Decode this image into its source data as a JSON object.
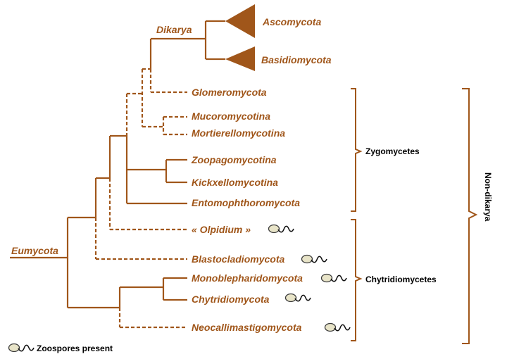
{
  "clades": {
    "dikarya": "Dikarya",
    "eumycota": "Eumycota"
  },
  "taxa": {
    "ascomycota": "Ascomycota",
    "basidiomycota": "Basidiomycota",
    "glomeromycota": "Glomeromycota",
    "mucoromycotina": "Mucoromycotina",
    "mortierellomycotina": "Mortierellomycotina",
    "zoopagomycotina": "Zoopagomycotina",
    "kickxellomycotina": "Kickxellomycotina",
    "entomophthoromycota": "Entomophthoromycota",
    "olpidium": "« Olpidium »",
    "blastocladiomycota": "Blastocladiomycota",
    "monoblepharidomycota": "Monoblepharidomycota",
    "chytridiomycota": "Chytridiomycota",
    "neocallimastigomycota": "Neocallimastigomycota"
  },
  "groups": {
    "zygomycetes": "Zygomycetes",
    "chytridiomycetes": "Chytridiomycetes",
    "non_dikarya": "Non-dikarya"
  },
  "legend": {
    "zoospores": "Zoospores present"
  },
  "zoospore_taxa": [
    "olpidium",
    "blastocladiomycota",
    "monoblepharidomycota",
    "chytridiomycota",
    "neocallimastigomycota"
  ],
  "colors": {
    "branch": "#a0561a",
    "text": "#000000",
    "zoospore_fill": "#e8e4c8"
  },
  "icons": {
    "collapsed_clade": "triangle",
    "zoospore": "zoospore-icon"
  }
}
